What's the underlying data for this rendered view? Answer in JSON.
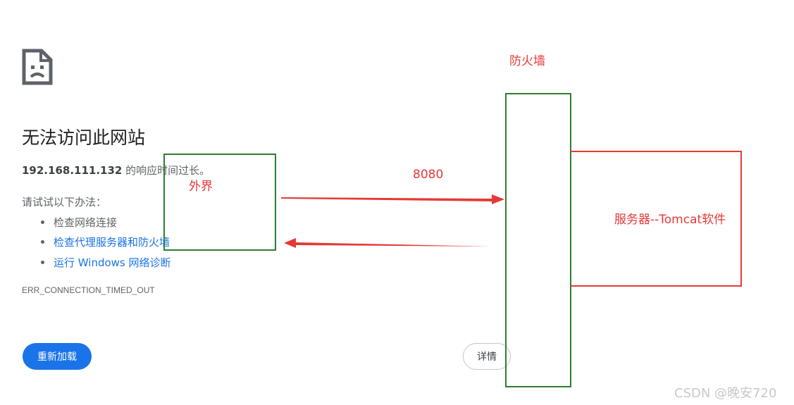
{
  "error_page": {
    "icon": "sad-page-icon",
    "title": "无法访问此网站",
    "host": "192.168.111.132",
    "message_suffix": " 的响应时间过长。",
    "try_label": "请试试以下办法：",
    "suggestions": [
      {
        "label": "检查网络连接",
        "is_link": false
      },
      {
        "label": "检查代理服务器和防火墙",
        "is_link": true
      },
      {
        "label": "运行 Windows 网络诊断",
        "is_link": true
      }
    ],
    "error_code": "ERR_CONNECTION_TIMED_OUT",
    "reload_label": "重新加载",
    "details_label": "详情",
    "link_color": "#1a73e8",
    "button_color": "#1a73e8"
  },
  "annotations": {
    "outside_label": "外界",
    "firewall_label": "防火墙",
    "port_label": "8080",
    "server_label": "服务器--Tomcat软件",
    "annotation_color": "#e53935",
    "box_color": "#2e7d32"
  },
  "watermark": "CSDN @晚安720"
}
